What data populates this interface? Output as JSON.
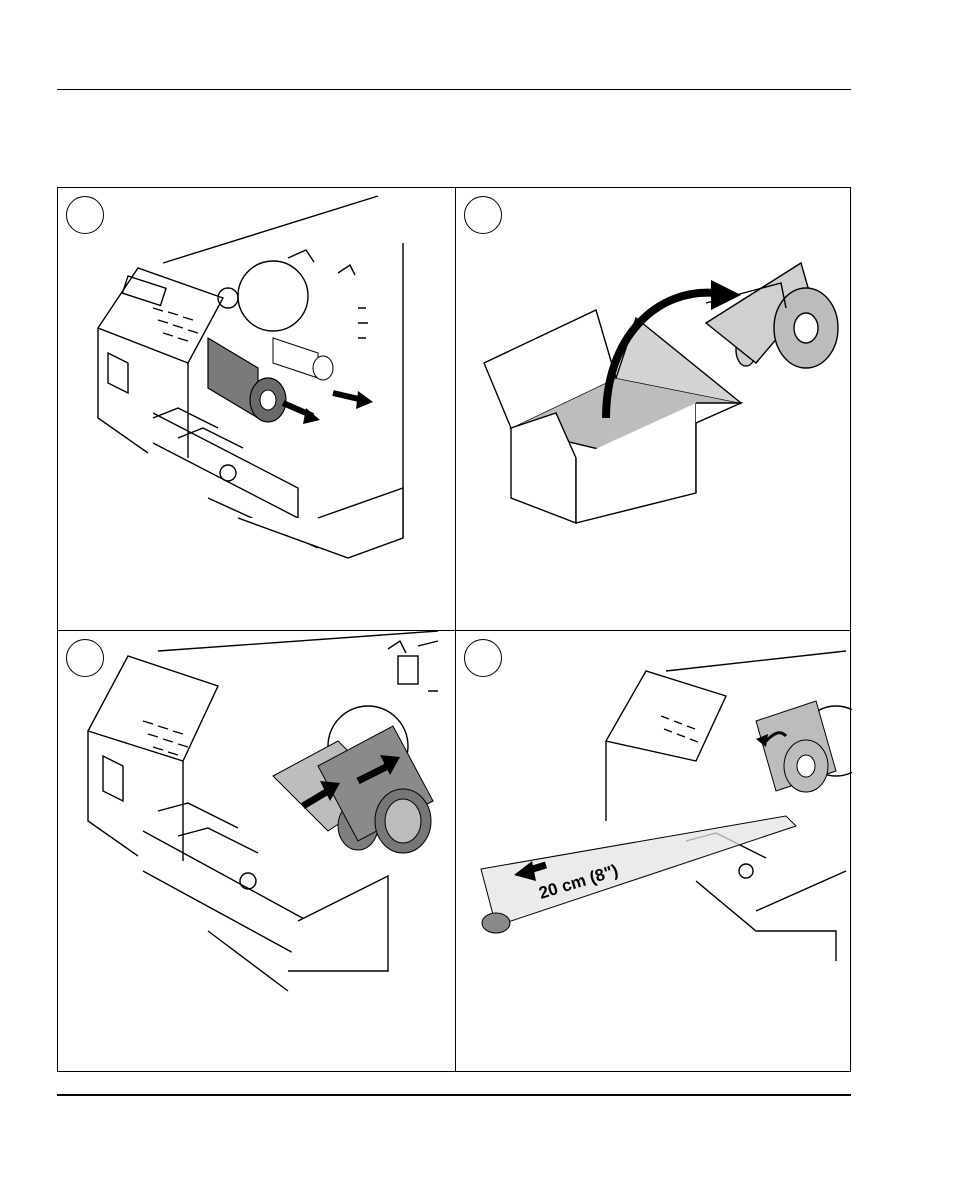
{
  "figure": {
    "panels": [
      {
        "step": "",
        "illustration": "remove-used-ribbon"
      },
      {
        "step": "",
        "illustration": "unpack-new-ribbon"
      },
      {
        "step": "",
        "illustration": "insert-new-ribbon"
      },
      {
        "step": "",
        "illustration": "pull-ribbon-out"
      }
    ],
    "pull_label": "20 cm (8\")"
  },
  "colors": {
    "line": "#000000",
    "ribbon": "#8a8a8a",
    "ribbon_light": "#c8c8c8",
    "paper": "#ffffff"
  }
}
